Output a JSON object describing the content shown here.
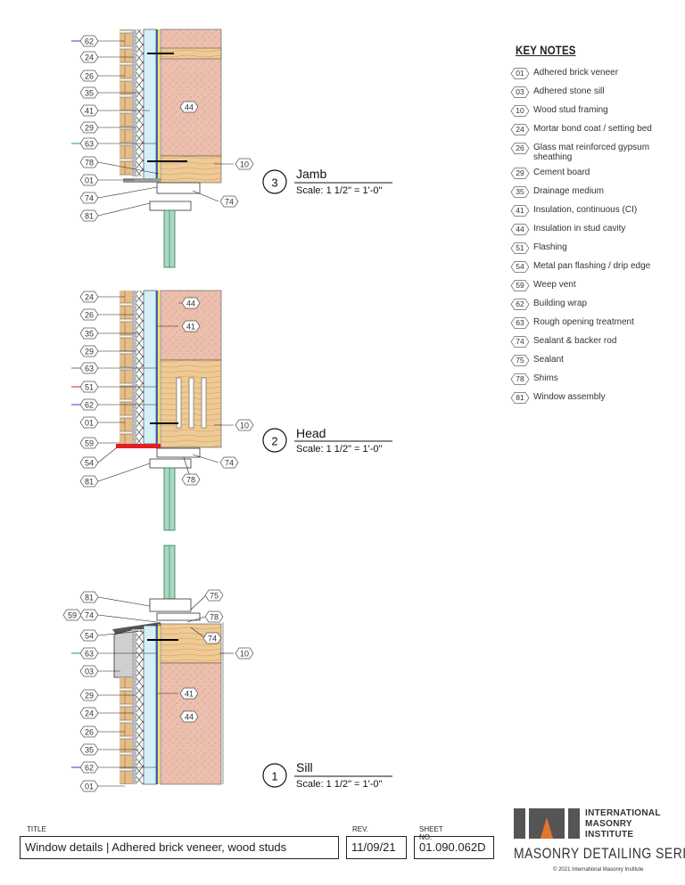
{
  "details": [
    {
      "id": "jamb",
      "number": "3",
      "title": "Jamb",
      "scale": "Scale: 1 1/2\" = 1'-0\""
    },
    {
      "id": "head",
      "number": "2",
      "title": "Head",
      "scale": "Scale: 1 1/2\" = 1'-0\""
    },
    {
      "id": "sill",
      "number": "1",
      "title": "Sill",
      "scale": "Scale: 1 1/2\" = 1'-0\""
    }
  ],
  "callouts": {
    "jamb": [
      "62",
      "24",
      "26",
      "35",
      "41",
      "29",
      "63",
      "78",
      "01",
      "74",
      "81",
      "10",
      "74",
      "44"
    ],
    "head": [
      "24",
      "26",
      "35",
      "29",
      "63",
      "51",
      "62",
      "01",
      "59",
      "54",
      "81",
      "44",
      "41",
      "10",
      "74",
      "78"
    ],
    "sill": [
      "81",
      "59",
      "74",
      "54",
      "63",
      "03",
      "29",
      "24",
      "26",
      "35",
      "62",
      "01",
      "75",
      "78",
      "74",
      "10",
      "41",
      "44"
    ]
  },
  "key_notes": {
    "heading": "KEY NOTES",
    "items": [
      {
        "code": "01",
        "label": "Adhered brick veneer"
      },
      {
        "code": "03",
        "label": "Adhered stone sill"
      },
      {
        "code": "10",
        "label": "Wood stud framing"
      },
      {
        "code": "24",
        "label": "Mortar bond coat / setting bed"
      },
      {
        "code": "26",
        "label": "Glass mat reinforced gypsum sheathing"
      },
      {
        "code": "29",
        "label": "Cement board"
      },
      {
        "code": "35",
        "label": "Drainage medium"
      },
      {
        "code": "41",
        "label": "Insulation, continuous (CI)"
      },
      {
        "code": "44",
        "label": "Insulation in stud cavity"
      },
      {
        "code": "51",
        "label": "Flashing"
      },
      {
        "code": "54",
        "label": "Metal pan flashing / drip edge"
      },
      {
        "code": "59",
        "label": "Weep vent"
      },
      {
        "code": "62",
        "label": "Building wrap"
      },
      {
        "code": "63",
        "label": "Rough opening treatment"
      },
      {
        "code": "74",
        "label": "Sealant & backer rod"
      },
      {
        "code": "75",
        "label": "Sealant"
      },
      {
        "code": "78",
        "label": "Shims"
      },
      {
        "code": "81",
        "label": "Window assembly"
      }
    ]
  },
  "title_block": {
    "title_caption": "TITLE",
    "title": "Window details | Adhered brick veneer, wood studs",
    "rev_caption": "REV.",
    "rev": "11/09/21",
    "sheet_caption": "SHEET NO.",
    "sheet": "01.090.062D"
  },
  "logo": {
    "line1": "INTERNATIONAL",
    "line2": "MASONRY",
    "line3": "INSTITUTE",
    "series": "MASONRY DETAILING SERIES",
    "copyright": "© 2021 International Masonry Institute"
  },
  "colors": {
    "brick": "#e9c28f",
    "insulation_batt": "#e8b9a8",
    "wood": "#ecc690",
    "continuous_insulation": "#cfeef6",
    "stone_sill": "#cfcfcf",
    "glass": "#7fbf9f",
    "flashing_red": "#e02020",
    "leader_blue": "#2a3fcf",
    "leader_green": "#2e9a3e",
    "yellow_line": "#e8d800"
  }
}
